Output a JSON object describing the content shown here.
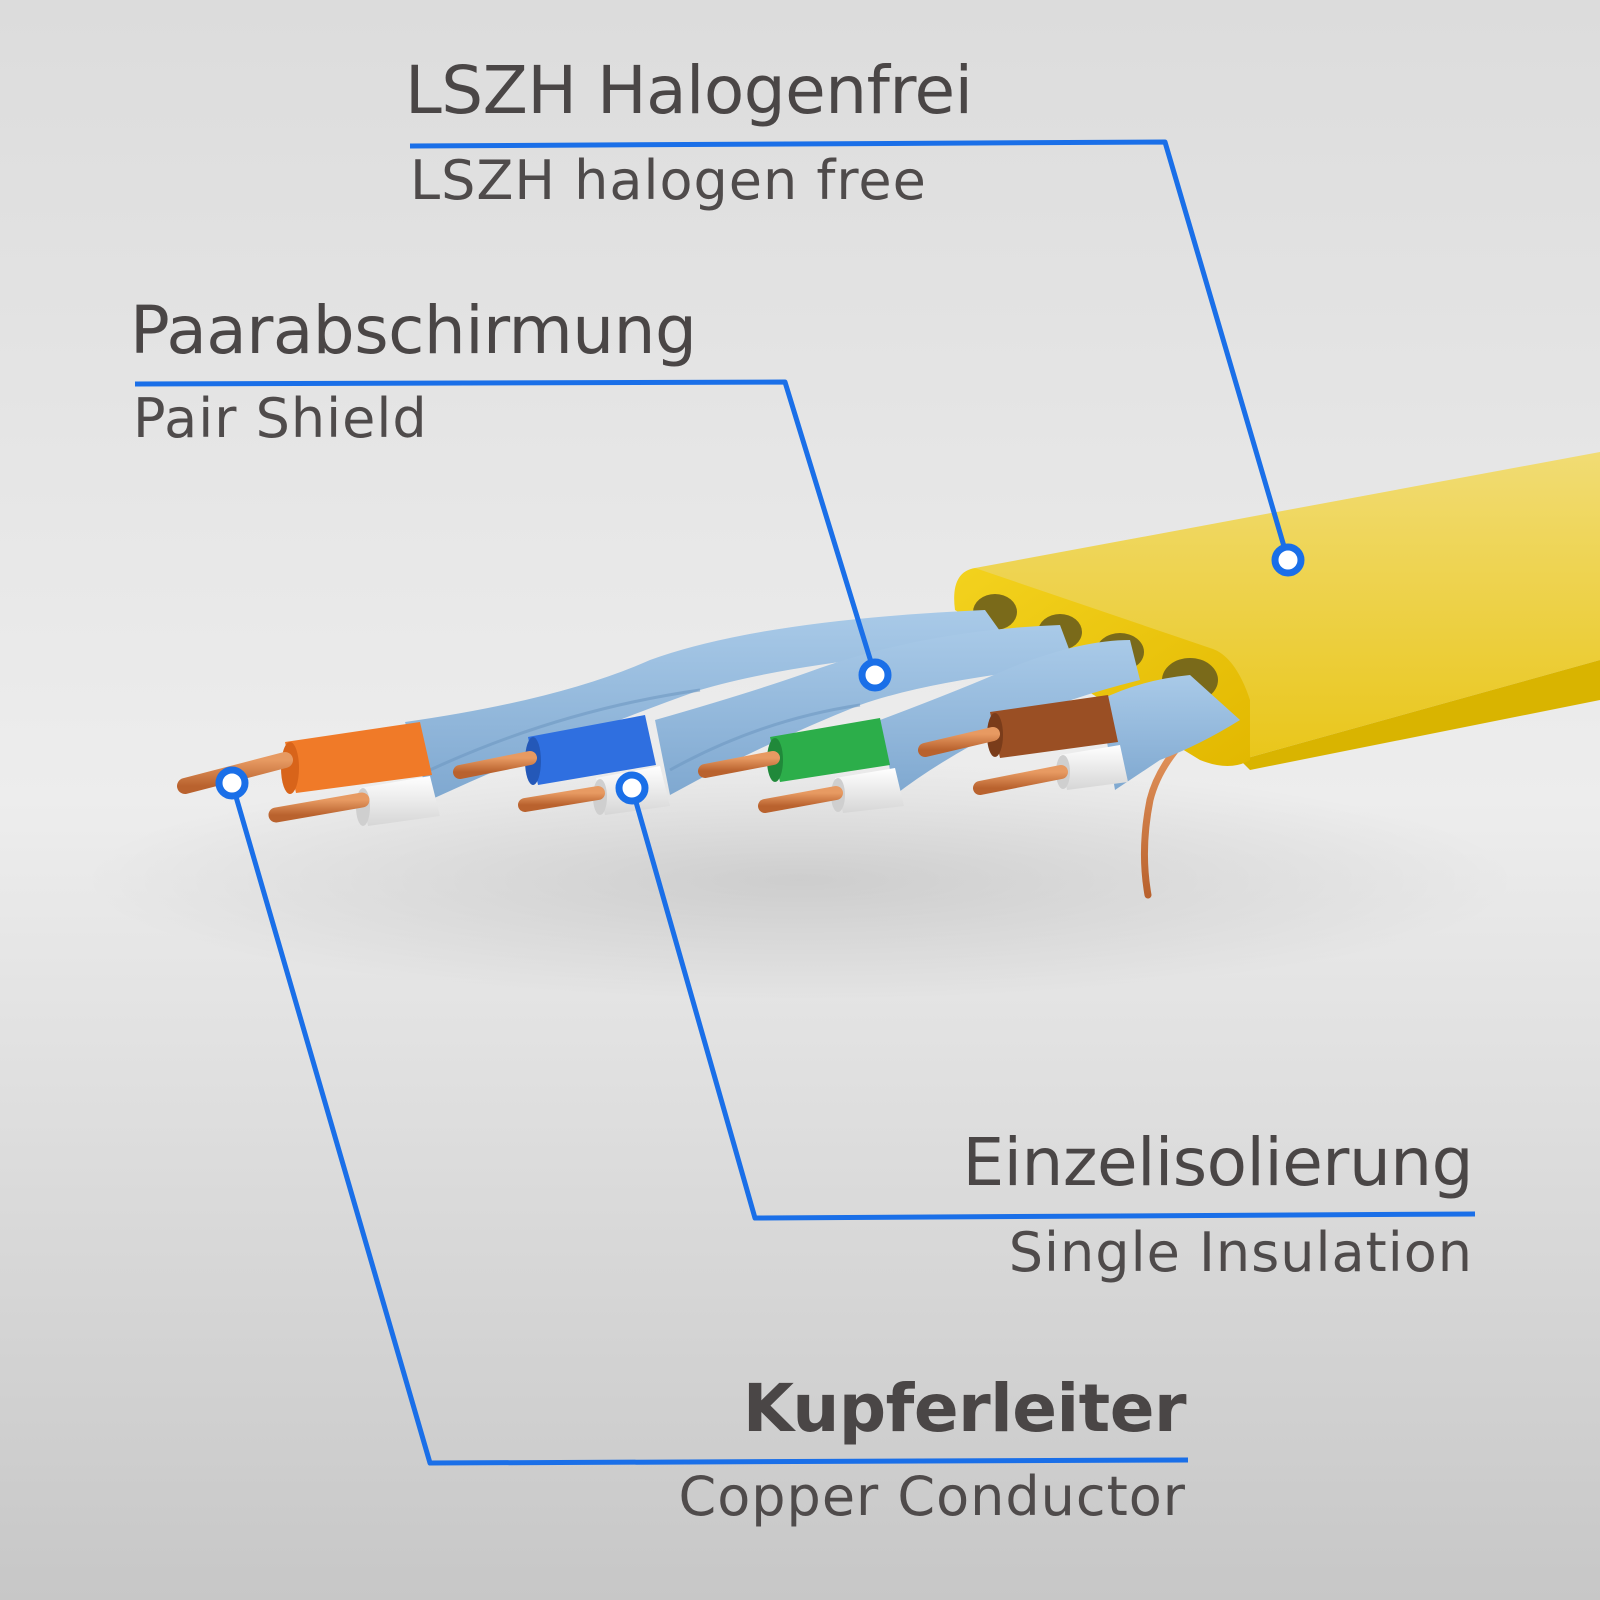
{
  "colors": {
    "leader_line": "#1a6fe8",
    "text": "#4a4646",
    "jacket": "#f0c81e",
    "shield": "#9bbfe0",
    "copper": "#d4804a",
    "background": "#e6e6e6"
  },
  "callouts": {
    "lszh": {
      "title": "LSZH Halogenfrei",
      "subtitle": "LSZH halogen free"
    },
    "pair_shield": {
      "title": "Paarabschirmung",
      "subtitle": "Pair Shield"
    },
    "single_insulation": {
      "title": "Einzelisolierung",
      "subtitle": "Single Insulation"
    },
    "copper_conductor": {
      "title": "Kupferleiter",
      "subtitle": "Copper Conductor"
    }
  },
  "wire_pairs": [
    {
      "color_name": "orange",
      "color": "#f07a28"
    },
    {
      "color_name": "blue",
      "color": "#2f6fe0"
    },
    {
      "color_name": "green",
      "color": "#2cae4a"
    },
    {
      "color_name": "brown",
      "color": "#9a4f24"
    }
  ]
}
